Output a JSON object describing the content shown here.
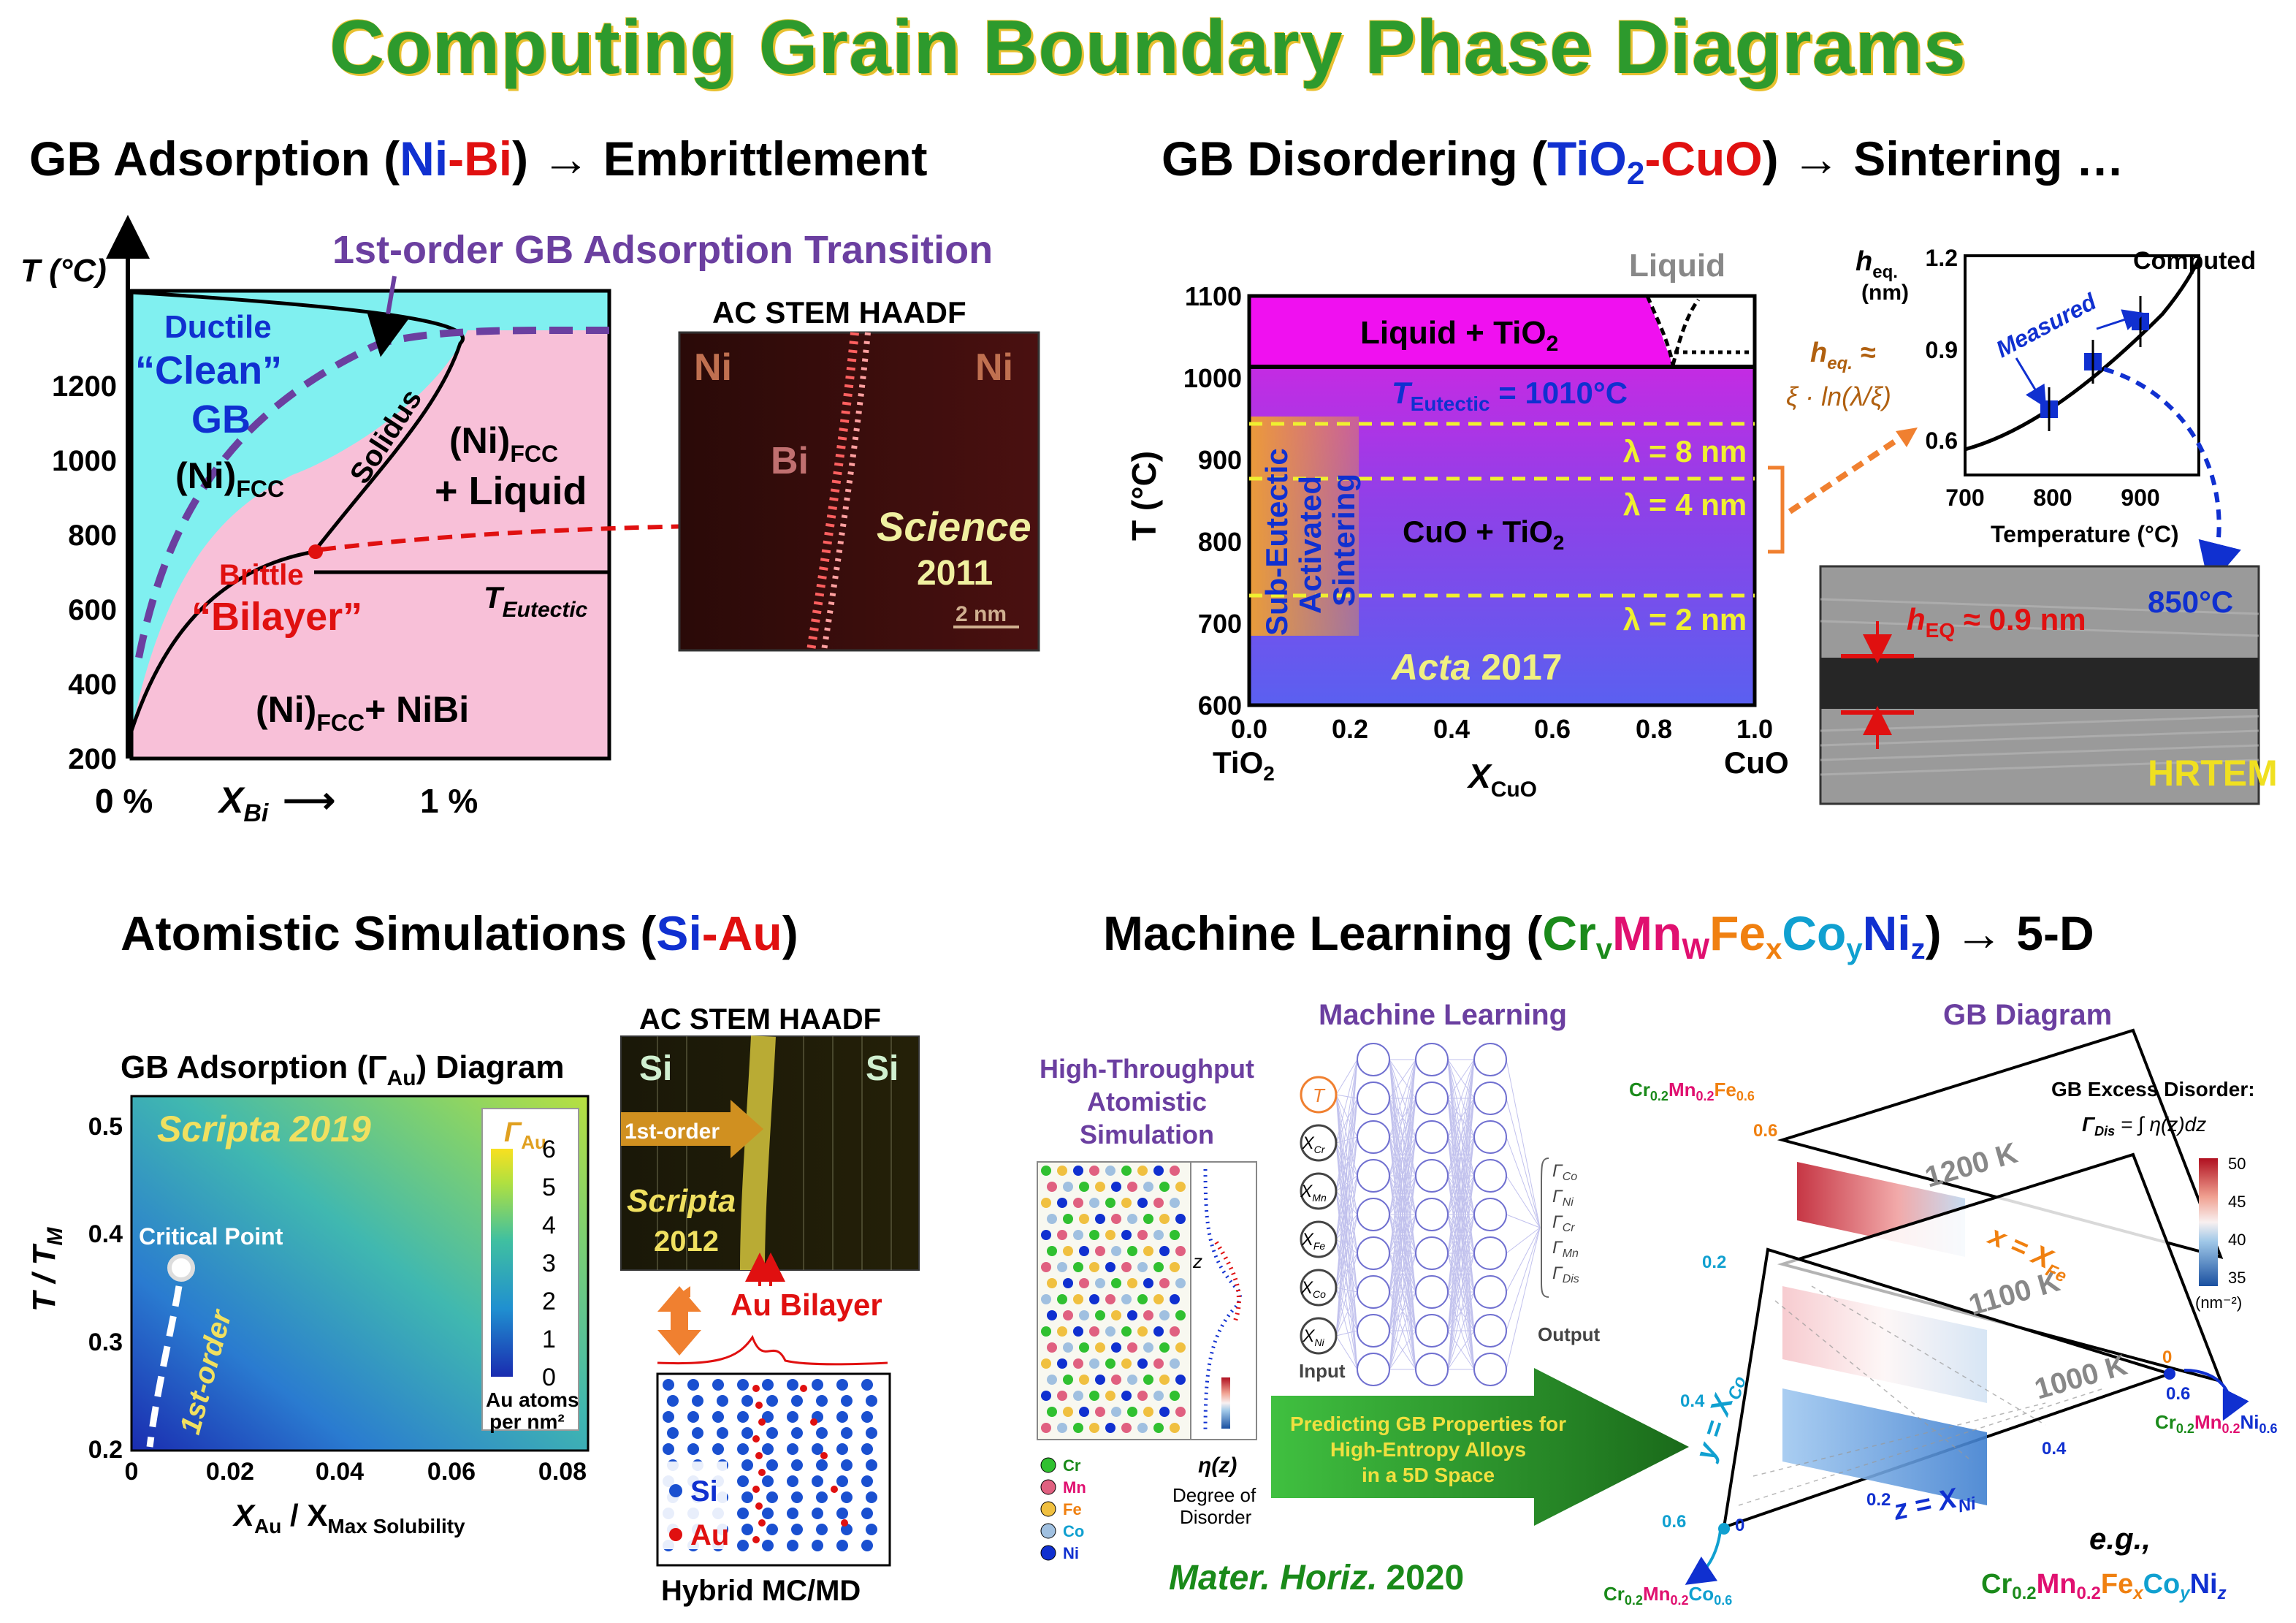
{
  "title": "Computing Grain Boundary Phase Diagrams",
  "colors": {
    "title": "#2d9a2d",
    "purple": "#6b3fa0",
    "blue": "#1030d0",
    "red": "#e01010",
    "green": "#1a8a1a"
  },
  "panel_a": {
    "header": {
      "pre": "GB Adsorption (",
      "el1": "Ni",
      "dash": "-",
      "el2": "Bi",
      "post": ") → Embrittlement"
    },
    "yaxis": "T (°C)",
    "yticks": [
      "200",
      "400",
      "600",
      "800",
      "1000",
      "1200"
    ],
    "x_left": "0 %",
    "x_label": "X",
    "x_sub": "Bi",
    "x_arrow": "⟶",
    "x_right": "1 %",
    "transition": "1st-order GB Adsorption Transition",
    "ductile": "Ductile",
    "clean": "“Clean”",
    "gb": "GB",
    "nifcc": "(Ni)",
    "fcc": "FCC",
    "solidus": "Solidus",
    "liquid1": "(Ni)",
    "liquid2": "+ Liquid",
    "brittle": "Brittle",
    "bilayer": "“Bilayer”",
    "teutectic": "T",
    "eutectic_sub": "Eutectic",
    "nibi": "(Ni)",
    "nibi2": "+ NiBi",
    "stem_title": "AC STEM HAADF",
    "stem_ni_left": "Ni",
    "stem_ni_right": "Ni",
    "stem_bi": "Bi",
    "stem_journal": "Science",
    "stem_year": "2011",
    "stem_scale": "2 nm"
  },
  "panel_b": {
    "header": {
      "pre": "GB Disordering (",
      "el1": "TiO",
      "el1sub": "2",
      "dash": "-",
      "el2": "CuO",
      "post": ") → Sintering …"
    },
    "liquid_label": "Liquid",
    "liquid_tio2": "Liquid + TiO",
    "teut": "T",
    "teut_sub": "Eutectic",
    "teut_val": " = 1010°C",
    "cuo_tio2": "CuO + TiO",
    "lambda8": "λ = 8 nm",
    "lambda4": "λ = 4 nm",
    "lambda2": "λ = 2 nm",
    "subeut": [
      "Sub-Eutectic",
      "Activated",
      "Sintering"
    ],
    "acta": "Acta",
    "acta_year": "2017",
    "yaxis": "T (°C)",
    "yticks": [
      "600",
      "700",
      "800",
      "900",
      "1000",
      "1100"
    ],
    "xticks": [
      "0.0",
      "0.2",
      "0.4",
      "0.6",
      "0.8",
      "1.0"
    ],
    "x_left": "TiO",
    "x_right": "CuO",
    "x_label": "X",
    "x_sub": "CuO",
    "heq_formula_1": "h",
    "heq_formula_sub": "eq.",
    "heq_formula_2": " ≈",
    "heq_formula_3": "ξ · ln(λ/ξ)",
    "inset_ylabel": "h",
    "inset_ysub": "eq.",
    "inset_yunit": "(nm)",
    "inset_yticks": [
      "0.6",
      "0.9",
      "1.2"
    ],
    "inset_xticks": [
      "700",
      "800",
      "900"
    ],
    "inset_xlabel": "Temperature (°C)",
    "computed": "Computed",
    "measured": "Measured",
    "hrtem": "HRTEM",
    "heq_img": "h",
    "heq_img_sub": "EQ",
    "heq_img_val": " ≈ 0.9 nm",
    "temp850": "850°C"
  },
  "panel_c": {
    "header": {
      "pre": "Atomistic Simulations (",
      "el1": "Si",
      "dash": "-",
      "el2": "Au",
      "post": ")"
    },
    "diagram_title": "GB Adsorption (Γ",
    "diagram_title_sub": "Au",
    "diagram_title_post": ") Diagram",
    "scripta": "Scripta",
    "scripta_year": "2019",
    "critical": "Critical Point",
    "first_order": "1st-order",
    "yaxis": "T / T",
    "yaxis_sub": "M",
    "yticks": [
      "0.2",
      "0.3",
      "0.4",
      "0.5"
    ],
    "xticks": [
      "0",
      "0.02",
      "0.04",
      "0.06",
      "0.08"
    ],
    "xlabel": "X",
    "xlabel_sub1": "Au",
    "xlabel_mid": " / X",
    "xlabel_sub2": "Max Solubility",
    "cb_title": "Γ",
    "cb_title_sub": "Au",
    "cb_ticks": [
      "0",
      "1",
      "2",
      "3",
      "4",
      "5",
      "6"
    ],
    "cb_unit1": "Au atoms",
    "cb_unit2": "per nm²",
    "stem_title": "AC STEM HAADF",
    "stem_si_left": "Si",
    "stem_si_right": "Si",
    "stem_first": "1st-order",
    "stem_journal": "Scripta",
    "stem_year": "2012",
    "au_bilayer": "Au Bilayer",
    "legend_si": "Si",
    "legend_au": "Au",
    "hybrid": "Hybrid MC/MD"
  },
  "panel_d": {
    "header": {
      "pre": "Machine Learning (",
      "cr": "Cr",
      "v": "v",
      "mn": "Mn",
      "w": "W",
      "fe": "Fe",
      "x": "x",
      "co": "Co",
      "y": "y",
      "ni": "Ni",
      "z": "z",
      "post": ") → 5-D"
    },
    "ht_title": [
      "High-Throughput",
      "Atomistic",
      "Simulation"
    ],
    "ml_title": "Machine Learning",
    "gb_title": "GB Diagram",
    "inputs": [
      "T",
      "X",
      "X",
      "X",
      "X",
      "X"
    ],
    "input_subs": [
      "",
      "Cr",
      "Mn",
      "Fe",
      "Co",
      "Ni"
    ],
    "input_label": "Input",
    "outputs": [
      "Γ",
      "Γ",
      "Γ",
      "Γ",
      "Γ"
    ],
    "output_subs": [
      "Co",
      "Ni",
      "Cr",
      "Mn",
      "Dis"
    ],
    "output_label": "Output",
    "legend": [
      "Cr",
      "Mn",
      "Fe",
      "Co",
      "Ni"
    ],
    "eta": "η(z)",
    "eta_label1": "Degree of",
    "eta_label2": "Disorder",
    "arrow_text": [
      "Predicting GB Properties for",
      "High-Entropy Alloys",
      "in a 5D Space"
    ],
    "journal": "Mater. Horiz.",
    "journal_year": "2020",
    "excess_title": "GB Excess Disorder:",
    "excess_formula": "Γ",
    "excess_sub": "Dis",
    "excess_rhs": " = ∫ η(z)dz",
    "cb_ticks": [
      "50",
      "45",
      "40",
      "35"
    ],
    "cb_unit": "(nm⁻²)",
    "temps": [
      "1200 K",
      "1100 K",
      "1000 K"
    ],
    "corner_top": "Cr0.2Mn0.2Fe0.6",
    "corner_right": "Cr0.2Mn0.2Ni0.6",
    "corner_bottom": "Cr0.2Mn0.2Co0.6",
    "xfe": "x = X",
    "xfe_sub": "Fe",
    "yco": "y = X",
    "yco_sub": "Co",
    "zni": "z = X",
    "zni_sub": "Ni",
    "tick_0": "0",
    "tick_02": "0.2",
    "tick_04": "0.4",
    "tick_06": "0.6",
    "eg": "e.g.,"
  }
}
